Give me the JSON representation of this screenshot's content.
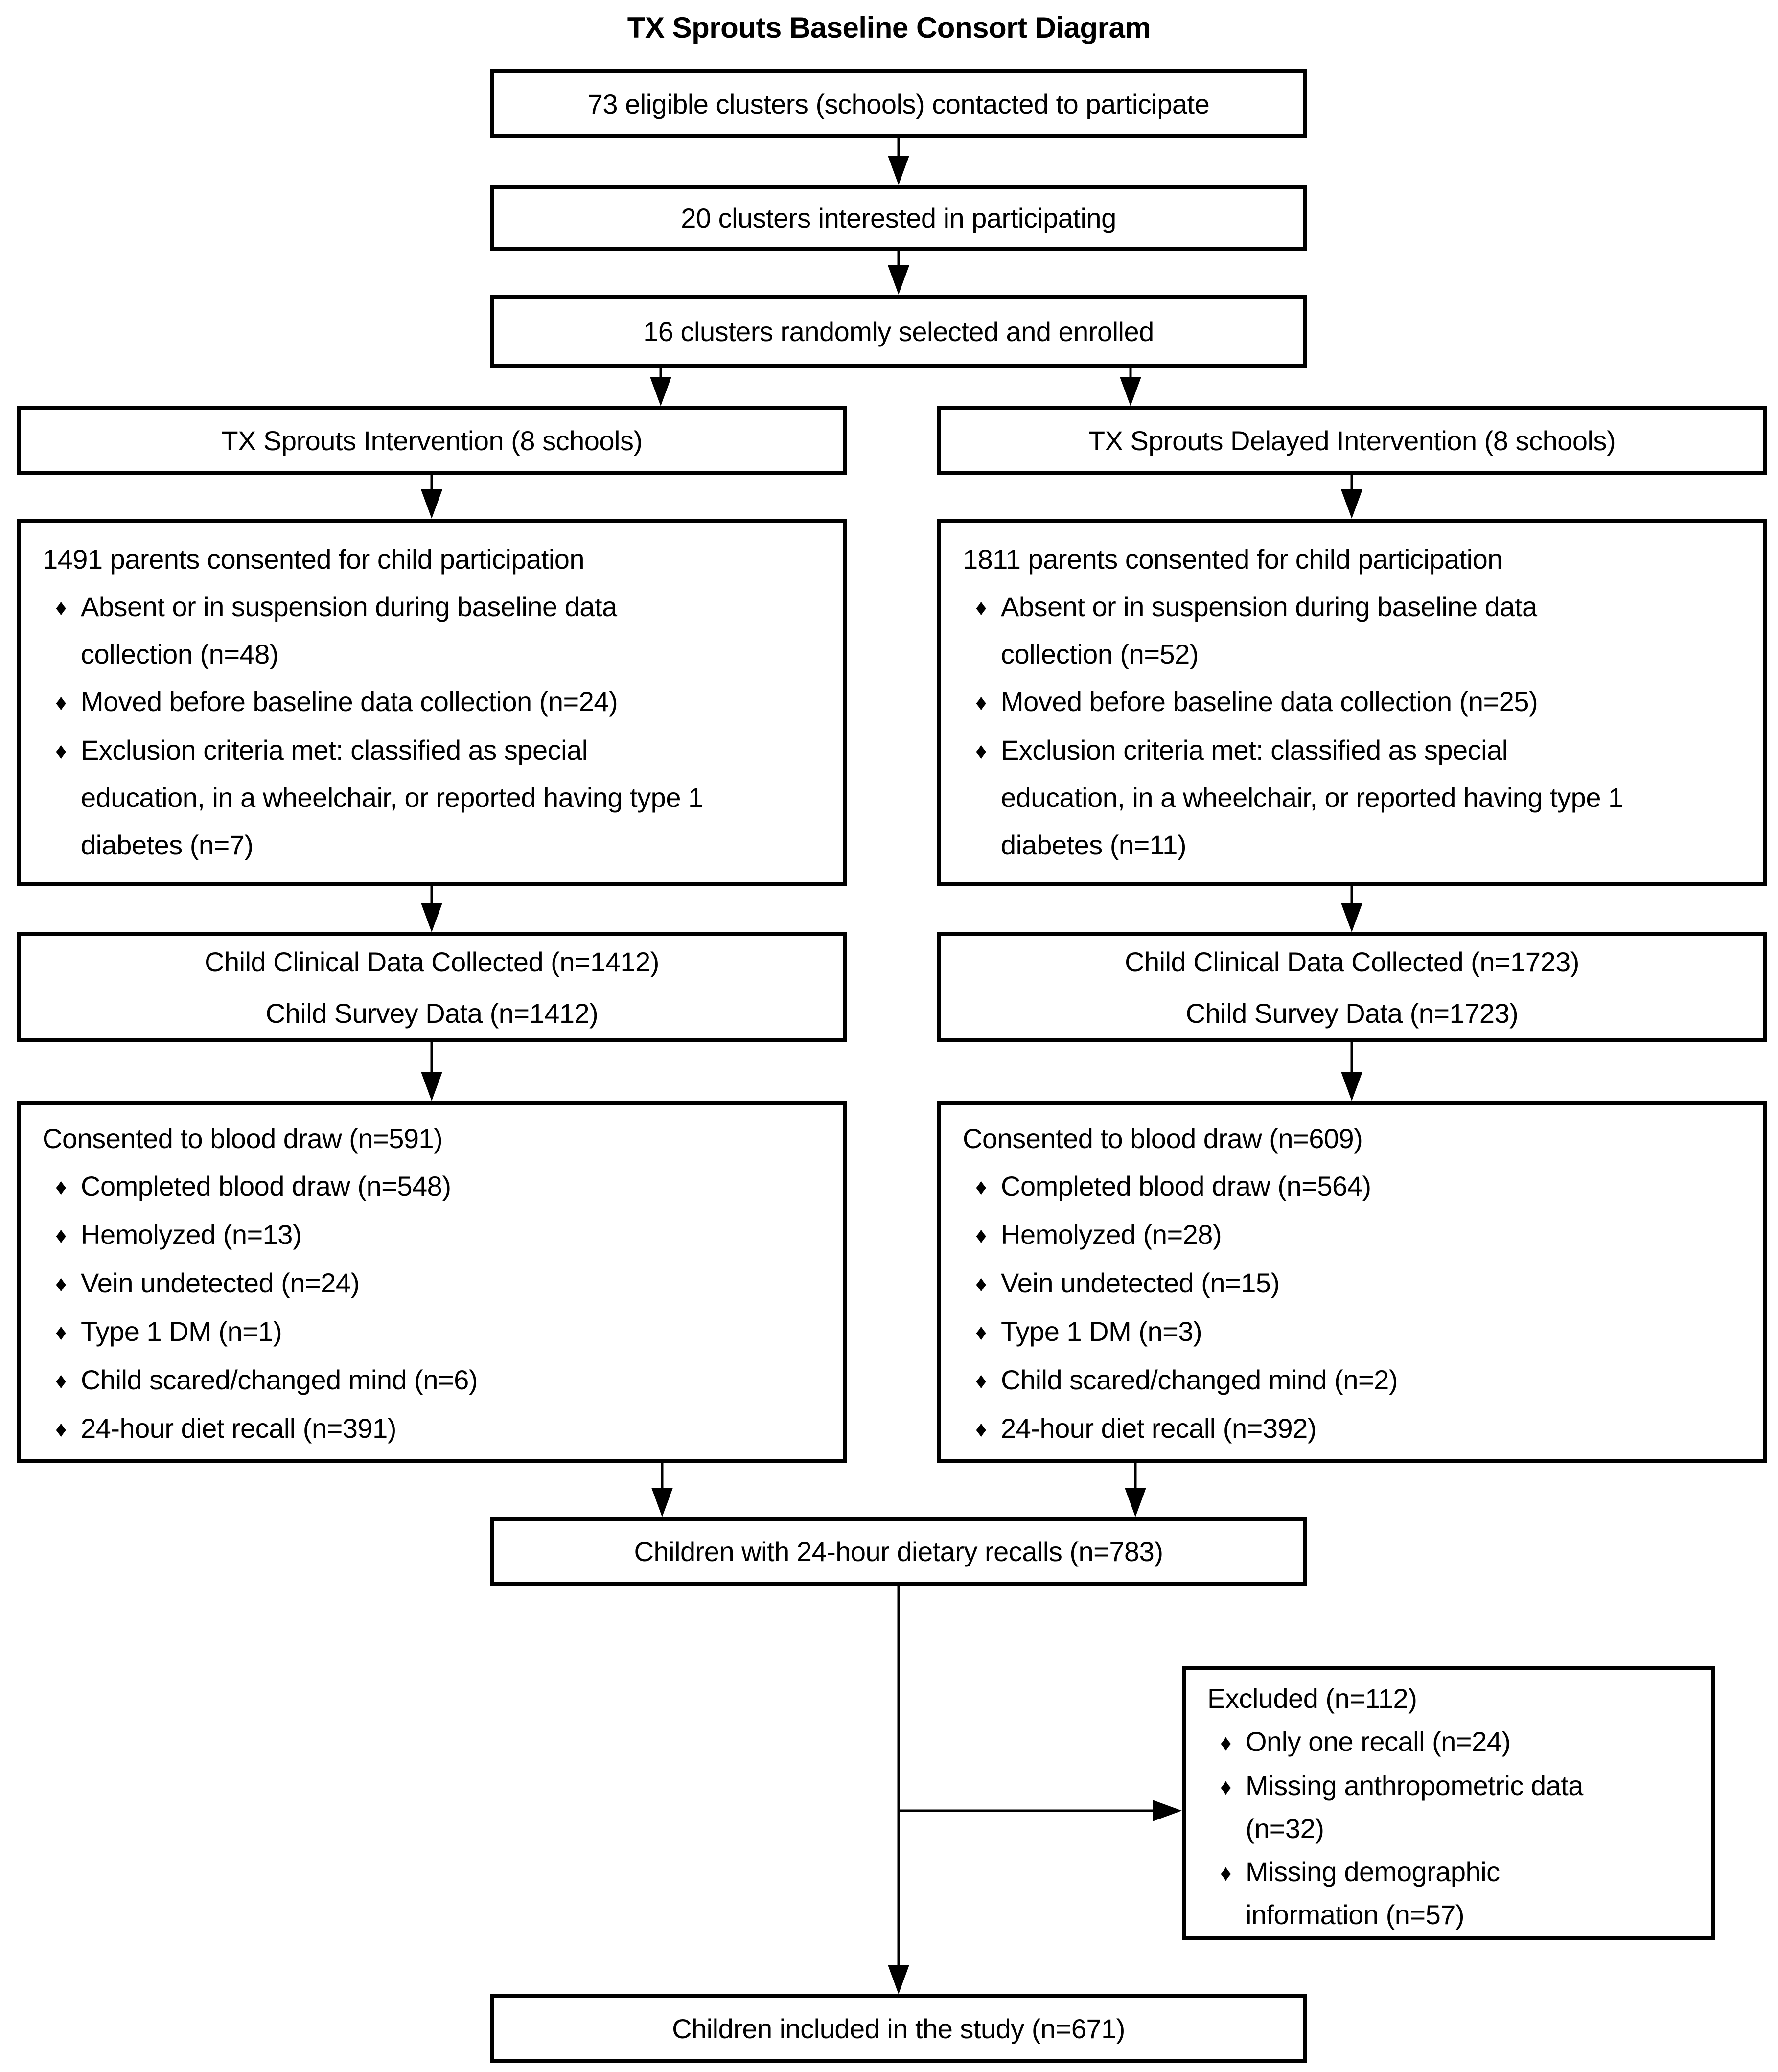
{
  "title": "TX Sprouts Baseline Consort Diagram",
  "glyphs": {
    "bullet": "♦"
  },
  "colors": {
    "ink": "#000000",
    "paper": "#ffffff"
  },
  "flow": {
    "eligible": "73 eligible clusters (schools) contacted to participate",
    "interested": "20 clusters interested in participating",
    "enrolled": "16 clusters randomly selected and enrolled"
  },
  "arms": {
    "left": {
      "title": "TX Sprouts Intervention (8 schools)"
    },
    "right": {
      "title": "TX Sprouts Delayed Intervention (8 schools)"
    }
  },
  "consent": {
    "left": {
      "header": "1491 parents consented for child participation",
      "bullets": [
        "Absent or in suspension during baseline data collection (n=48)",
        "Moved before baseline data collection (n=24)",
        "Exclusion criteria met: classified as special education, in a wheelchair, or reported having type 1 diabetes (n=7)"
      ]
    },
    "right": {
      "header": "1811 parents consented for child participation",
      "bullets": [
        "Absent or in suspension during baseline data collection (n=52)",
        "Moved before baseline data collection (n=25)",
        "Exclusion criteria met: classified as special education, in a wheelchair, or reported having type 1 diabetes (n=11)"
      ]
    }
  },
  "clinical": {
    "left": {
      "line1": "Child Clinical Data Collected (n=1412)",
      "line2": "Child Survey Data (n=1412)"
    },
    "right": {
      "line1": "Child Clinical Data Collected (n=1723)",
      "line2": "Child Survey Data (n=1723)"
    }
  },
  "blood": {
    "left": {
      "header": "Consented to blood draw (n=591)",
      "bullets": [
        "Completed blood draw (n=548)",
        "Hemolyzed (n=13)",
        "Vein undetected (n=24)",
        "Type 1 DM (n=1)",
        "Child scared/changed mind (n=6)",
        "24-hour diet recall (n=391)"
      ]
    },
    "right": {
      "header": "Consented to blood draw (n=609)",
      "bullets": [
        "Completed blood draw (n=564)",
        "Hemolyzed (n=28)",
        "Vein undetected (n=15)",
        "Type 1 DM (n=3)",
        "Child scared/changed mind (n=2)",
        "24-hour diet recall (n=392)"
      ]
    }
  },
  "recalls": {
    "text": "Children with 24-hour dietary recalls (n=783)"
  },
  "excluded": {
    "header": "Excluded (n=112)",
    "bullets": [
      "Only one recall (n=24)",
      "Missing anthropometric data (n=32)",
      "Missing demographic information (n=57)"
    ]
  },
  "included": {
    "text": "Children included in the study (n=671)"
  }
}
